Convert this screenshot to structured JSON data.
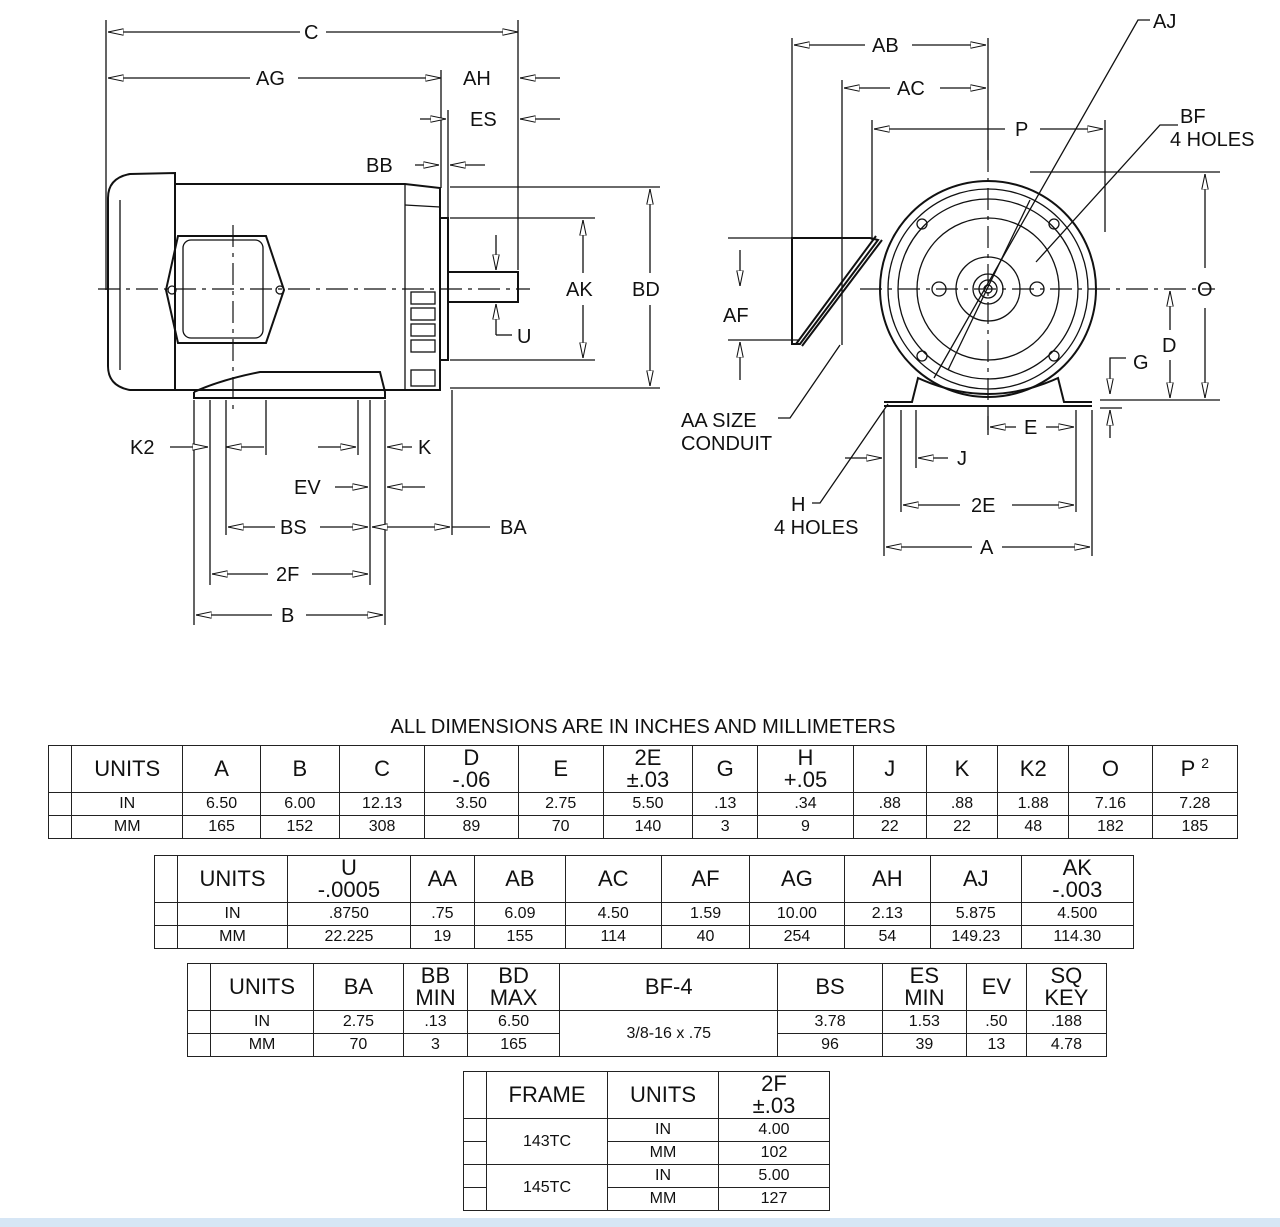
{
  "drawing": {
    "side_view_labels": [
      "C",
      "AG",
      "AH",
      "ES",
      "BB",
      "AK",
      "BD",
      "U",
      "K2",
      "K",
      "EV",
      "BS",
      "BA",
      "2F",
      "B"
    ],
    "end_view_labels": [
      "AJ",
      "AB",
      "AC",
      "P",
      "BF",
      "4 HOLES",
      "O",
      "AF",
      "D",
      "G",
      "AA SIZE",
      "CONDUIT",
      "E",
      "J",
      "H",
      "4 HOLES",
      "2E",
      "A"
    ]
  },
  "title": "ALL DIMENSIONS ARE IN INCHES AND MILLIMETERS",
  "table1": {
    "headers": [
      "UNITS",
      "A",
      "B",
      "C",
      "D",
      "E",
      "2E",
      "G",
      "H",
      "J",
      "K",
      "K2",
      "O",
      "P"
    ],
    "subheaders": [
      "",
      "",
      "",
      "",
      "-.06",
      "",
      "±.03",
      "",
      "+.05",
      "",
      "",
      "",
      "",
      ""
    ],
    "p_note": "2",
    "rows": [
      [
        "IN",
        "6.50",
        "6.00",
        "12.13",
        "3.50",
        "2.75",
        "5.50",
        ".13",
        ".34",
        ".88",
        ".88",
        "1.88",
        "7.16",
        "7.28"
      ],
      [
        "MM",
        "165",
        "152",
        "308",
        "89",
        "70",
        "140",
        "3",
        "9",
        "22",
        "22",
        "48",
        "182",
        "185"
      ]
    ]
  },
  "table2": {
    "headers": [
      "UNITS",
      "U",
      "AA",
      "AB",
      "AC",
      "AF",
      "AG",
      "AH",
      "AJ",
      "AK"
    ],
    "subheaders": [
      "",
      "-.0005",
      "",
      "",
      "",
      "",
      "",
      "",
      "",
      "-.003"
    ],
    "rows": [
      [
        "IN",
        ".8750",
        ".75",
        "6.09",
        "4.50",
        "1.59",
        "10.00",
        "2.13",
        "5.875",
        "4.500"
      ],
      [
        "MM",
        "22.225",
        "19",
        "155",
        "114",
        "40",
        "254",
        "54",
        "149.23",
        "114.30"
      ]
    ]
  },
  "table3": {
    "headers": [
      "UNITS",
      "BA",
      "BB",
      "BD",
      "BF-4",
      "BS",
      "ES",
      "EV",
      "SQ"
    ],
    "subheaders": [
      "",
      "",
      "MIN",
      "MAX",
      "",
      "",
      "MIN",
      "",
      "KEY"
    ],
    "bf4_value": "3/8-16 x .75",
    "rows": [
      [
        "IN",
        "2.75",
        ".13",
        "6.50",
        "3.78",
        "1.53",
        ".50",
        ".188"
      ],
      [
        "MM",
        "70",
        "3",
        "165",
        "96",
        "39",
        "13",
        "4.78"
      ]
    ]
  },
  "table4": {
    "headers": [
      "FRAME",
      "UNITS",
      "2F"
    ],
    "subheader_2f": "±.03",
    "frames": [
      {
        "frame": "143TC",
        "in": "4.00",
        "mm": "102",
        "in_label": "IN",
        "mm_label": "MM"
      },
      {
        "frame": "145TC",
        "in": "5.00",
        "mm": "127",
        "in_label": "IN",
        "mm_label": "MM"
      }
    ]
  }
}
